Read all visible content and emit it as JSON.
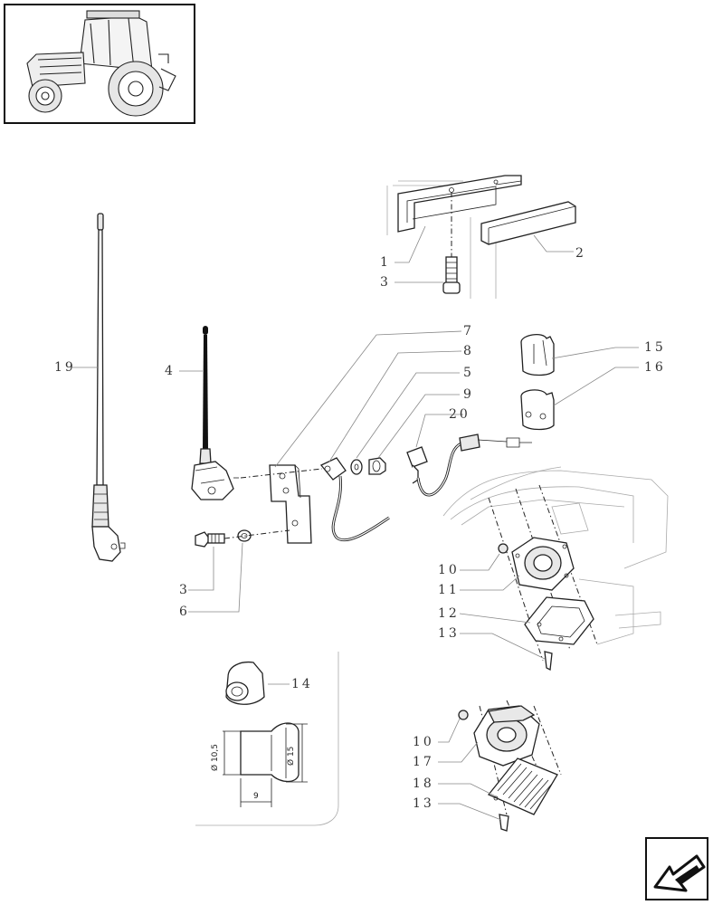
{
  "labels": {
    "l1": "1",
    "l2": "2",
    "l3a": "3",
    "l3b": "3",
    "l4": "4",
    "l5": "5",
    "l6": "6",
    "l7": "7",
    "l8": "8",
    "l9": "9",
    "l10a": "10",
    "l10b": "10",
    "l11": "11",
    "l12": "12",
    "l13a": "13",
    "l13b": "13",
    "l14": "14",
    "l15": "15",
    "l16": "16",
    "l17": "17",
    "l18": "18",
    "l19": "19",
    "l20": "20"
  },
  "dimensions": {
    "d_inner": "Ø 10,5",
    "d_outer": "Ø 15",
    "width": "9"
  },
  "icons": {
    "thumbnail": "tractor-thumbnail-icon",
    "nav": "next-page-arrow-icon"
  }
}
